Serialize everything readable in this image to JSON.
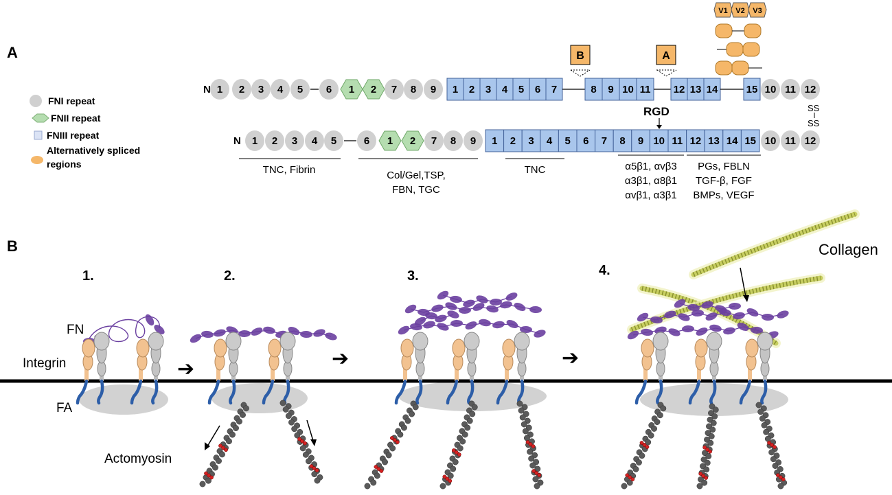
{
  "panel_a": {
    "label": "A",
    "legend": [
      {
        "shape": "circle",
        "label": "FNI repeat"
      },
      {
        "shape": "hexagon",
        "label": "FNII repeat"
      },
      {
        "shape": "rect",
        "label": "FNIII repeat"
      },
      {
        "shape": "oval",
        "label_lines": [
          "Alternatively spliced",
          "regions"
        ]
      }
    ],
    "top_chain": {
      "n_label": "N",
      "fn1_start": [
        "1",
        "2",
        "3",
        "4",
        "5",
        "6"
      ],
      "fn2": [
        "1",
        "2"
      ],
      "fn1_mid": [
        "7",
        "8",
        "9"
      ],
      "fn3_group1": [
        "1",
        "2",
        "3",
        "4",
        "5",
        "6",
        "7"
      ],
      "fn3_group2": [
        "8",
        "9",
        "10",
        "11"
      ],
      "fn3_group3": [
        "12",
        "13",
        "14"
      ],
      "fn3_group4": [
        "15"
      ],
      "fn1_end": [
        "10",
        "11",
        "12"
      ],
      "spliced": [
        {
          "label": "B"
        },
        {
          "label": "A"
        }
      ],
      "variable_labels": [
        "V1",
        "V2",
        "V3"
      ]
    },
    "disulfide": [
      "SS",
      "SS"
    ],
    "bottom_chain": {
      "n_label": "N",
      "fn1_start": [
        "1",
        "2",
        "3",
        "4",
        "5",
        "6"
      ],
      "fn2": [
        "1",
        "2"
      ],
      "fn1_mid": [
        "7",
        "8",
        "9"
      ],
      "fn3": [
        "1",
        "2",
        "3",
        "4",
        "5",
        "6",
        "7",
        "8",
        "9",
        "10",
        "11",
        "12",
        "13",
        "14",
        "15"
      ],
      "fn1_end": [
        "10",
        "11",
        "12"
      ]
    },
    "rgd_label": "RGD",
    "binding_regions": [
      {
        "lines": [
          "TNC, Fibrin"
        ]
      },
      {
        "lines": [
          "Col/Gel,TSP,",
          "FBN, TGC"
        ]
      },
      {
        "lines": [
          "TNC"
        ]
      },
      {
        "lines": [
          "α5β1, αvβ3",
          "α3β1, α8β1",
          "αvβ1, α3β1"
        ]
      },
      {
        "lines": [
          "PGs, FBLN",
          "TGF-β, FGF",
          "BMPs, VEGF"
        ]
      }
    ]
  },
  "panel_b": {
    "label": "B",
    "steps": [
      "1.",
      "2.",
      "3.",
      "4."
    ],
    "labels": {
      "fn": "FN",
      "integrin": "Integrin",
      "fa": "FA",
      "actomyosin": "Actomyosin",
      "collagen": "Collagen"
    },
    "arrow_glyph": "➔"
  },
  "colors": {
    "fn1": "#d0d0d0",
    "fn2": "#b5ddb0",
    "fn3": "#a9c6ec",
    "spliced": "#f5b769",
    "fn_purple": "#6a3fa0",
    "integrin_alpha": "#f2c290",
    "integrin_tail": "#2d5ea8",
    "fa": "#d2d2d2",
    "actin": "#5a5a5a",
    "myosin": "#d42222",
    "collagen": "#c8cf62"
  }
}
